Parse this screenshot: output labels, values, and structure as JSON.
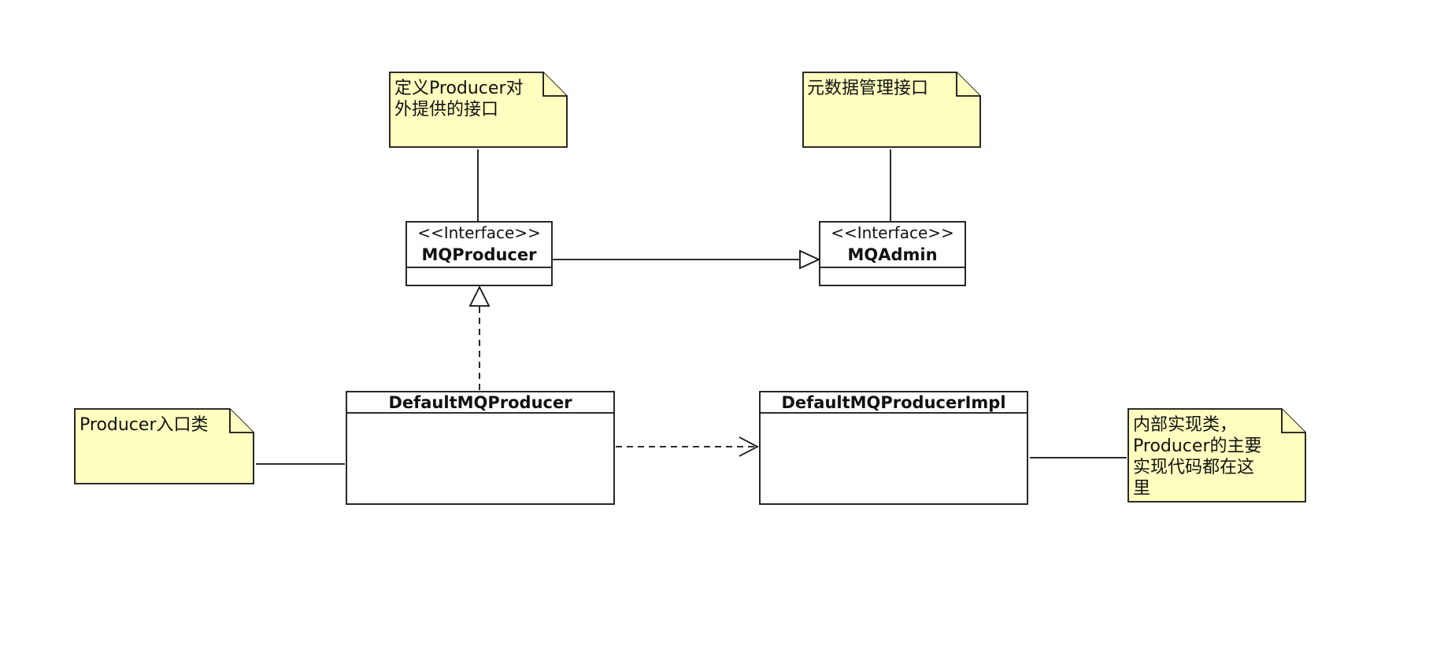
{
  "colors": {
    "note_fill": "#ffffc0",
    "line": "#111111",
    "class_fill": "#ffffff"
  },
  "notes": {
    "producer_interface": [
      "定义Producer对",
      "外提供的接口"
    ],
    "admin_interface": [
      "元数据管理接口"
    ],
    "entry": [
      "Producer入口类"
    ],
    "impl": [
      "内部实现类，",
      "Producer的主要",
      "实现代码都在这",
      "里"
    ]
  },
  "classes": {
    "mq_producer": {
      "stereotype": "<<Interface>>",
      "name": "MQProducer"
    },
    "mq_admin": {
      "stereotype": "<<Interface>>",
      "name": "MQAdmin"
    },
    "default_producer": {
      "name": "DefaultMQProducer"
    },
    "default_producer_impl": {
      "name": "DefaultMQProducerImpl"
    }
  },
  "relations": [
    {
      "from": "MQProducer",
      "to": "MQAdmin",
      "kind": "generalization"
    },
    {
      "from": "DefaultMQProducer",
      "to": "MQProducer",
      "kind": "realization"
    },
    {
      "from": "DefaultMQProducer",
      "to": "DefaultMQProducerImpl",
      "kind": "dependency"
    }
  ]
}
